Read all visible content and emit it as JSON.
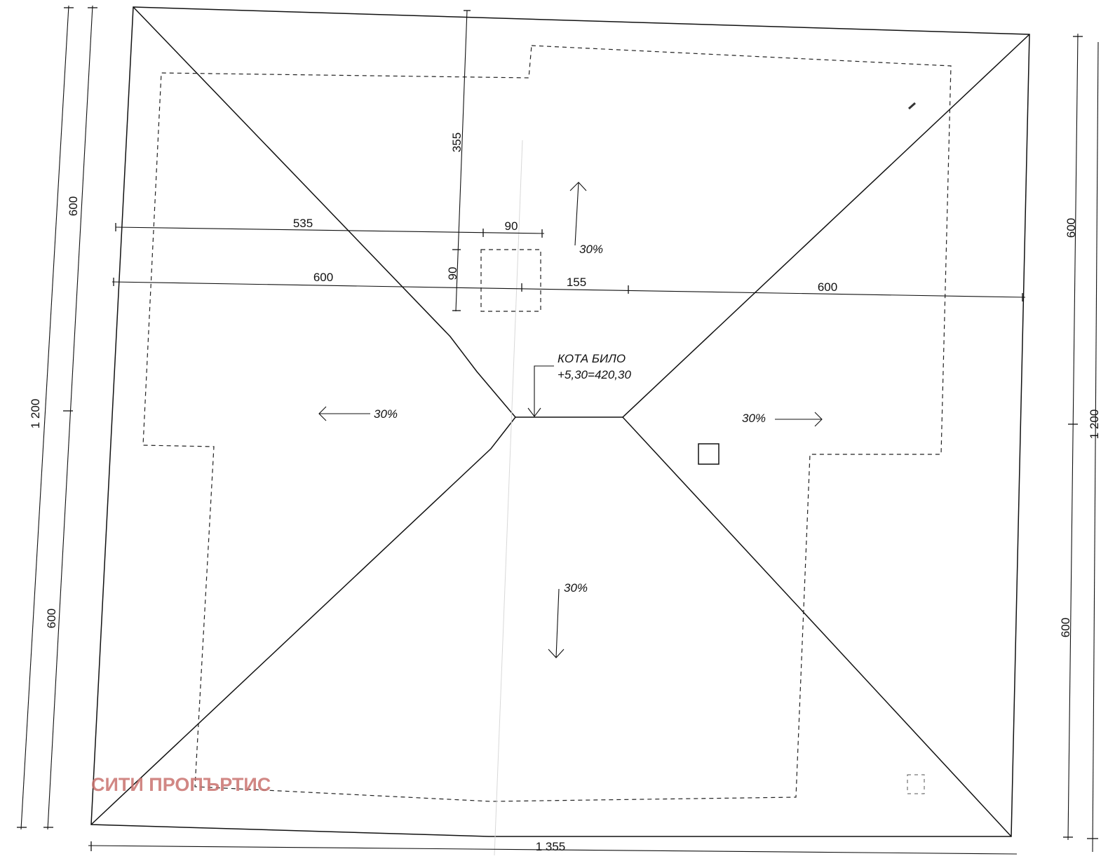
{
  "labels": {
    "dim_top_vertical": "355",
    "dim_535": "535",
    "dim_90_horizontal": "90",
    "dim_90_vertical": "90",
    "dim_600_left_row": "600",
    "dim_155": "155",
    "dim_600_right_row": "600",
    "dim_left_600_upper": "600",
    "dim_left_1200": "1 200",
    "dim_left_600_lower": "600",
    "dim_right_600_upper": "600",
    "dim_right_1200": "1 200",
    "dim_right_600_lower": "600",
    "dim_bottom_1355": "1 355",
    "ridge_title": "КОТА БИЛО",
    "ridge_value": "+5,30=420,30",
    "slope_top": "30%",
    "slope_left": "30%",
    "slope_right": "30%",
    "slope_bottom": "30%"
  },
  "watermark": "СИТИ ПРОПЪРТИС",
  "colors": {
    "line": "#111111",
    "watermark": "#c9736f",
    "background": "#ffffff"
  }
}
